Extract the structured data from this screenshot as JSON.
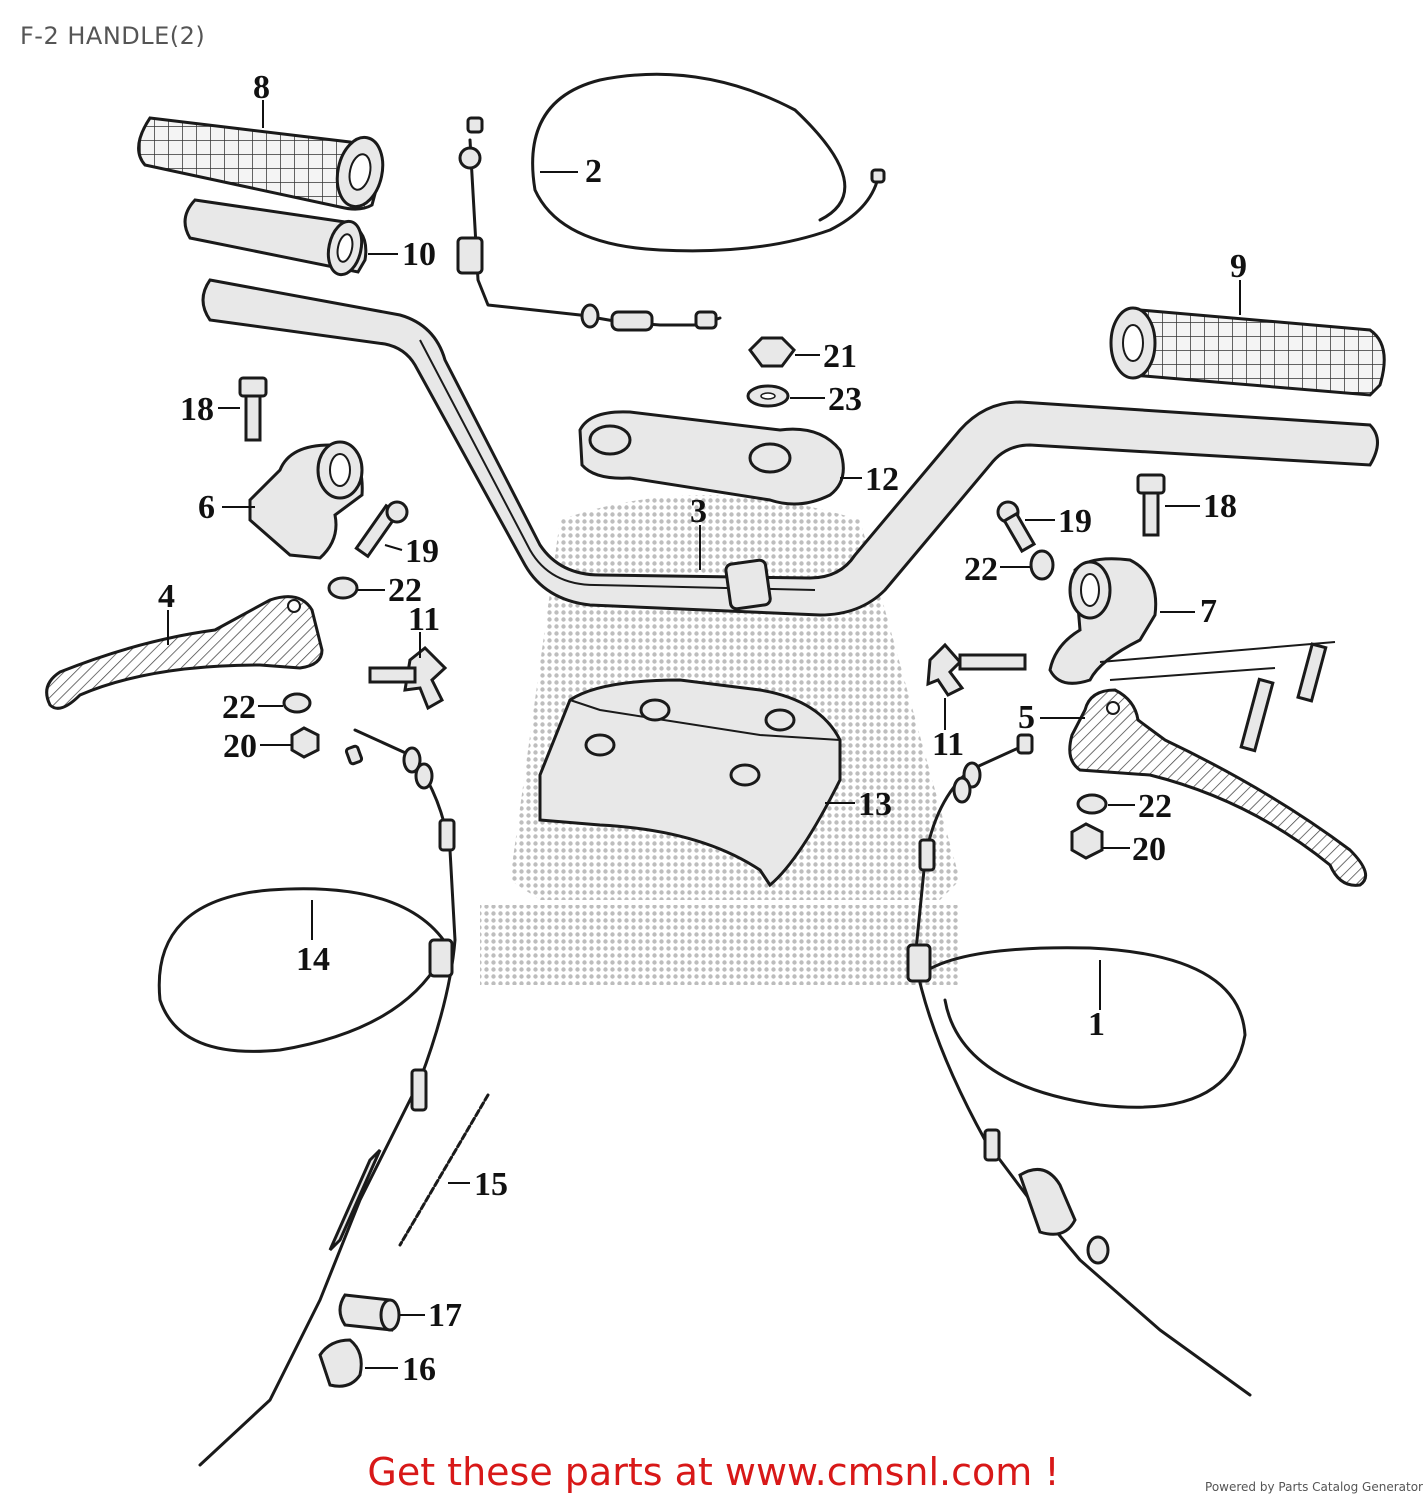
{
  "title": "F-2 HANDLE(2)",
  "footer": {
    "promo": "Get these parts at www.cmsnl.com !",
    "powered_by": "Powered by Parts Catalog Generator"
  },
  "watermark_color": "#9a9a9a",
  "accent_color": "#d81818",
  "callouts": [
    {
      "id": "1",
      "label": "1"
    },
    {
      "id": "2",
      "label": "2"
    },
    {
      "id": "3",
      "label": "3"
    },
    {
      "id": "4",
      "label": "4"
    },
    {
      "id": "5",
      "label": "5"
    },
    {
      "id": "6",
      "label": "6"
    },
    {
      "id": "7",
      "label": "7"
    },
    {
      "id": "8",
      "label": "8"
    },
    {
      "id": "9",
      "label": "9"
    },
    {
      "id": "10",
      "label": "10"
    },
    {
      "id": "11a",
      "label": "11"
    },
    {
      "id": "11b",
      "label": "11"
    },
    {
      "id": "12",
      "label": "12"
    },
    {
      "id": "13",
      "label": "13"
    },
    {
      "id": "14",
      "label": "14"
    },
    {
      "id": "15",
      "label": "15"
    },
    {
      "id": "16",
      "label": "16"
    },
    {
      "id": "17",
      "label": "17"
    },
    {
      "id": "18a",
      "label": "18"
    },
    {
      "id": "18b",
      "label": "18"
    },
    {
      "id": "19a",
      "label": "19"
    },
    {
      "id": "19b",
      "label": "19"
    },
    {
      "id": "20a",
      "label": "20"
    },
    {
      "id": "20b",
      "label": "20"
    },
    {
      "id": "21",
      "label": "21"
    },
    {
      "id": "22a",
      "label": "22"
    },
    {
      "id": "22b",
      "label": "22"
    },
    {
      "id": "22c",
      "label": "22"
    },
    {
      "id": "22d",
      "label": "22"
    },
    {
      "id": "23",
      "label": "23"
    }
  ]
}
